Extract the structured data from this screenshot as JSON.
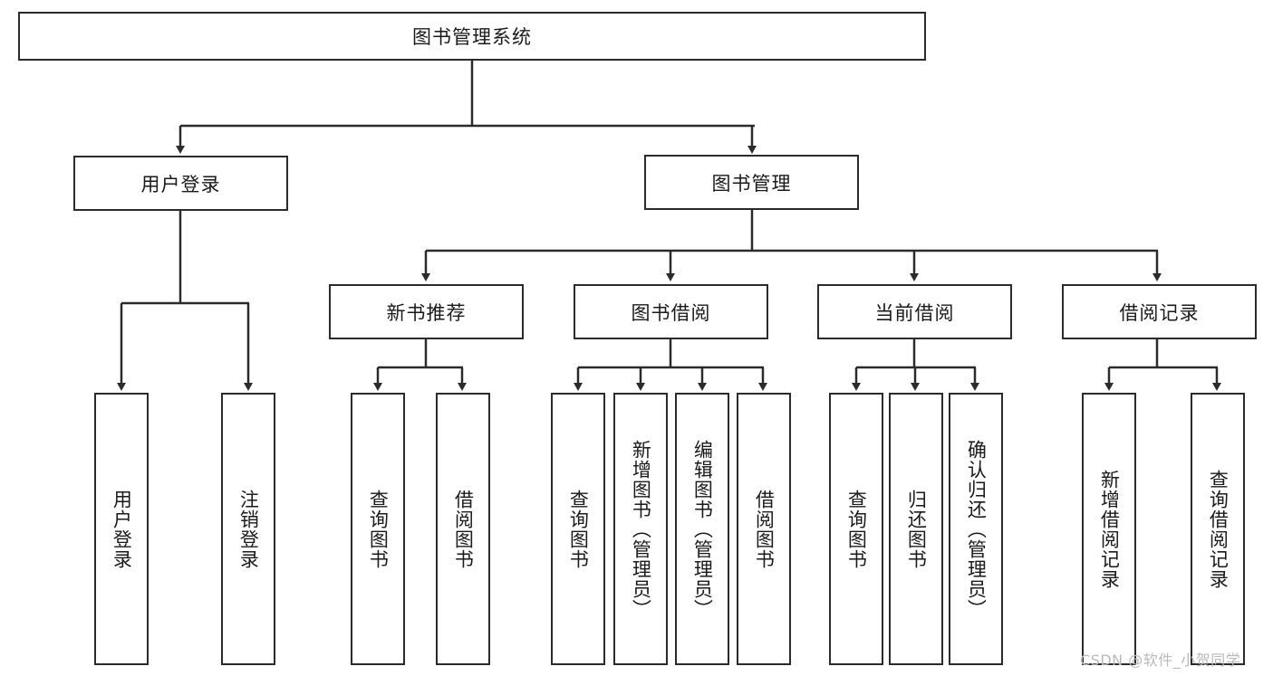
{
  "diagram": {
    "title_node": {
      "label": "图书管理系统"
    },
    "level2": [
      {
        "id": "user-login",
        "label": "用户登录"
      },
      {
        "id": "book-management",
        "label": "图书管理"
      }
    ],
    "level3": [
      {
        "id": "new-book-recommend",
        "label": "新书推荐"
      },
      {
        "id": "book-borrow",
        "label": "图书借阅"
      },
      {
        "id": "current-borrow",
        "label": "当前借阅"
      },
      {
        "id": "borrow-record",
        "label": "借阅记录"
      }
    ],
    "leaves": [
      {
        "id": "leaf-user-login",
        "label": "用户登录",
        "parent": "user-login"
      },
      {
        "id": "leaf-logout-login",
        "label": "注销登录",
        "parent": "user-login"
      },
      {
        "id": "leaf-query-book-1",
        "label": "查询图书",
        "parent": "new-book-recommend"
      },
      {
        "id": "leaf-borrow-book-1",
        "label": "借阅图书",
        "parent": "new-book-recommend"
      },
      {
        "id": "leaf-query-book-2",
        "label": "查询图书",
        "parent": "book-borrow"
      },
      {
        "id": "leaf-add-book",
        "label": "新增图书（管理员）",
        "parent": "book-borrow"
      },
      {
        "id": "leaf-edit-book",
        "label": "编辑图书（管理员）",
        "parent": "book-borrow"
      },
      {
        "id": "leaf-borrow-book-2",
        "label": "借阅图书",
        "parent": "book-borrow"
      },
      {
        "id": "leaf-query-book-3",
        "label": "查询图书",
        "parent": "current-borrow"
      },
      {
        "id": "leaf-return-book",
        "label": "归还图书",
        "parent": "current-borrow"
      },
      {
        "id": "leaf-confirm-return",
        "label": "确认归还（管理员）",
        "parent": "current-borrow"
      },
      {
        "id": "leaf-add-borrow-record",
        "label": "新增借阅记录",
        "parent": "borrow-record"
      },
      {
        "id": "leaf-query-borrow-record",
        "label": "查询借阅记录",
        "parent": "borrow-record"
      }
    ],
    "watermark": "CSDN @软件_小贺同学",
    "colors": {
      "stroke": "#2b2b2b",
      "fill": "#ffffff",
      "text": "#1a1a1a",
      "watermark": "#b9b9b9"
    }
  }
}
